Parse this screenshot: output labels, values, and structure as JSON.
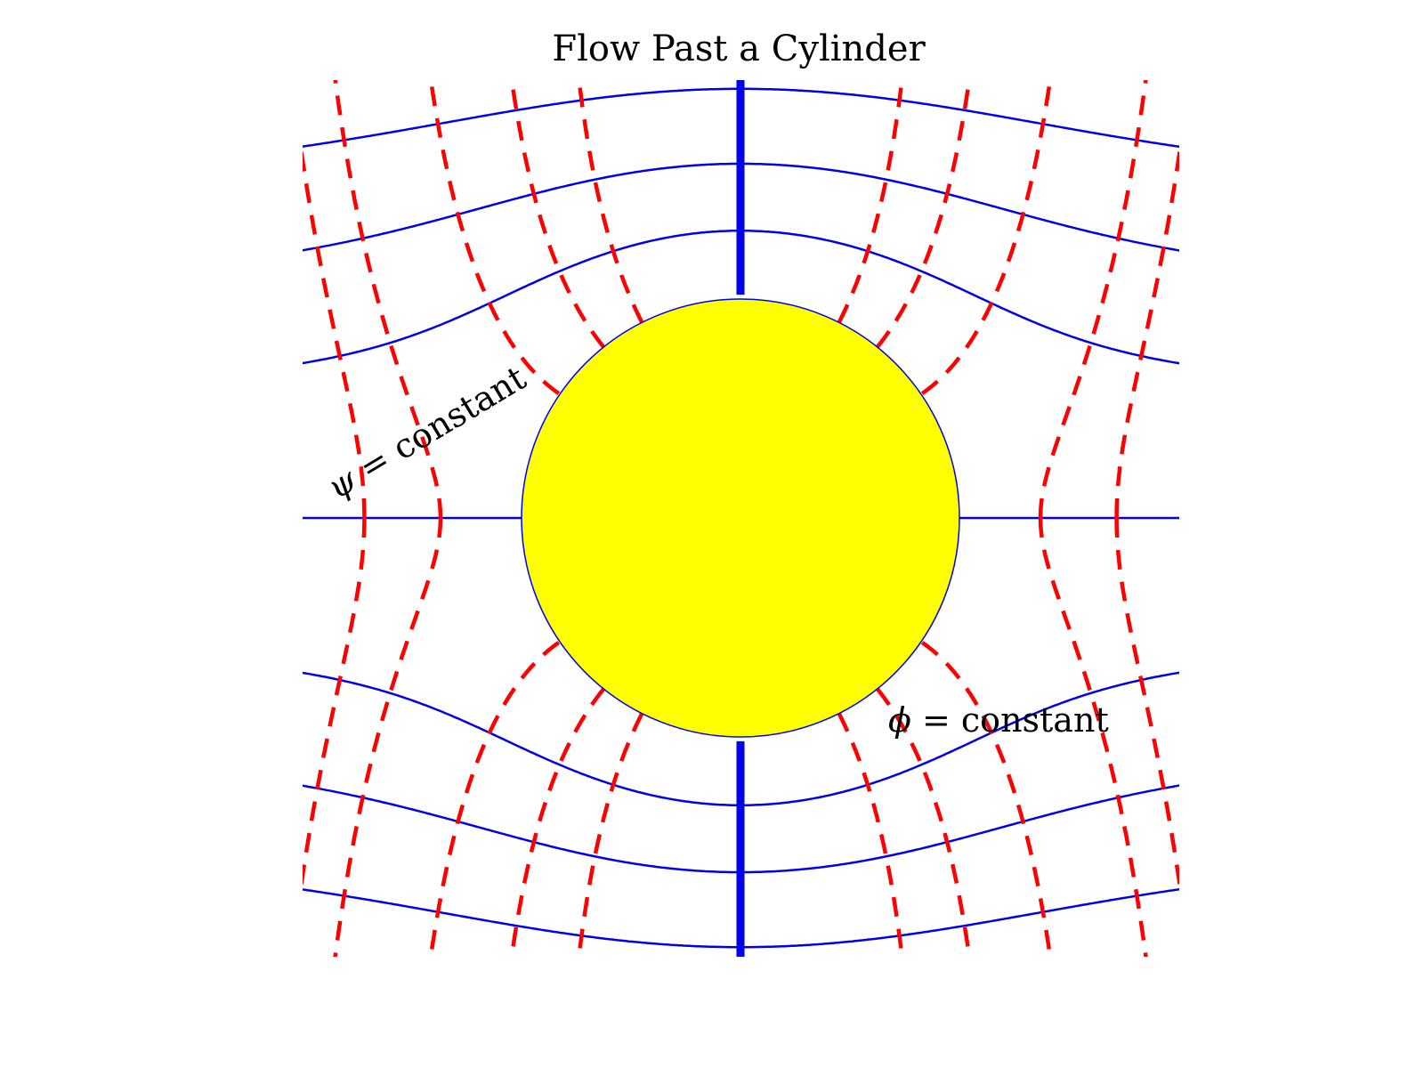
{
  "title": "Flow Past a Cylinder",
  "annotations": {
    "psi": {
      "symbol": "ψ",
      "rest": " = constant"
    },
    "phi": {
      "symbol": "ϕ",
      "rest": " = constant"
    }
  },
  "colors": {
    "streamline": "#0000ee",
    "equipotential": "#ff0000",
    "cylinder_fill": "#ffff00",
    "cylinder_edge": "#0000ee",
    "text": "#000000"
  },
  "flow": {
    "radius": 1,
    "domain": {
      "x": [
        -2.5,
        2.5
      ],
      "y": [
        -2.5,
        2.5
      ]
    },
    "psi_levels": [
      -2.35,
      -1.9,
      -1.45,
      -1.0,
      -0.55,
      0,
      0.55,
      1.0,
      1.45,
      1.9,
      2.35
    ],
    "phi_levels": [
      -2.3,
      -2.1,
      -1.65,
      -1.25,
      -0.9,
      0.9,
      1.25,
      1.65,
      2.1,
      2.3
    ],
    "streamline_style": "solid",
    "equipotential_style": "dashed"
  }
}
